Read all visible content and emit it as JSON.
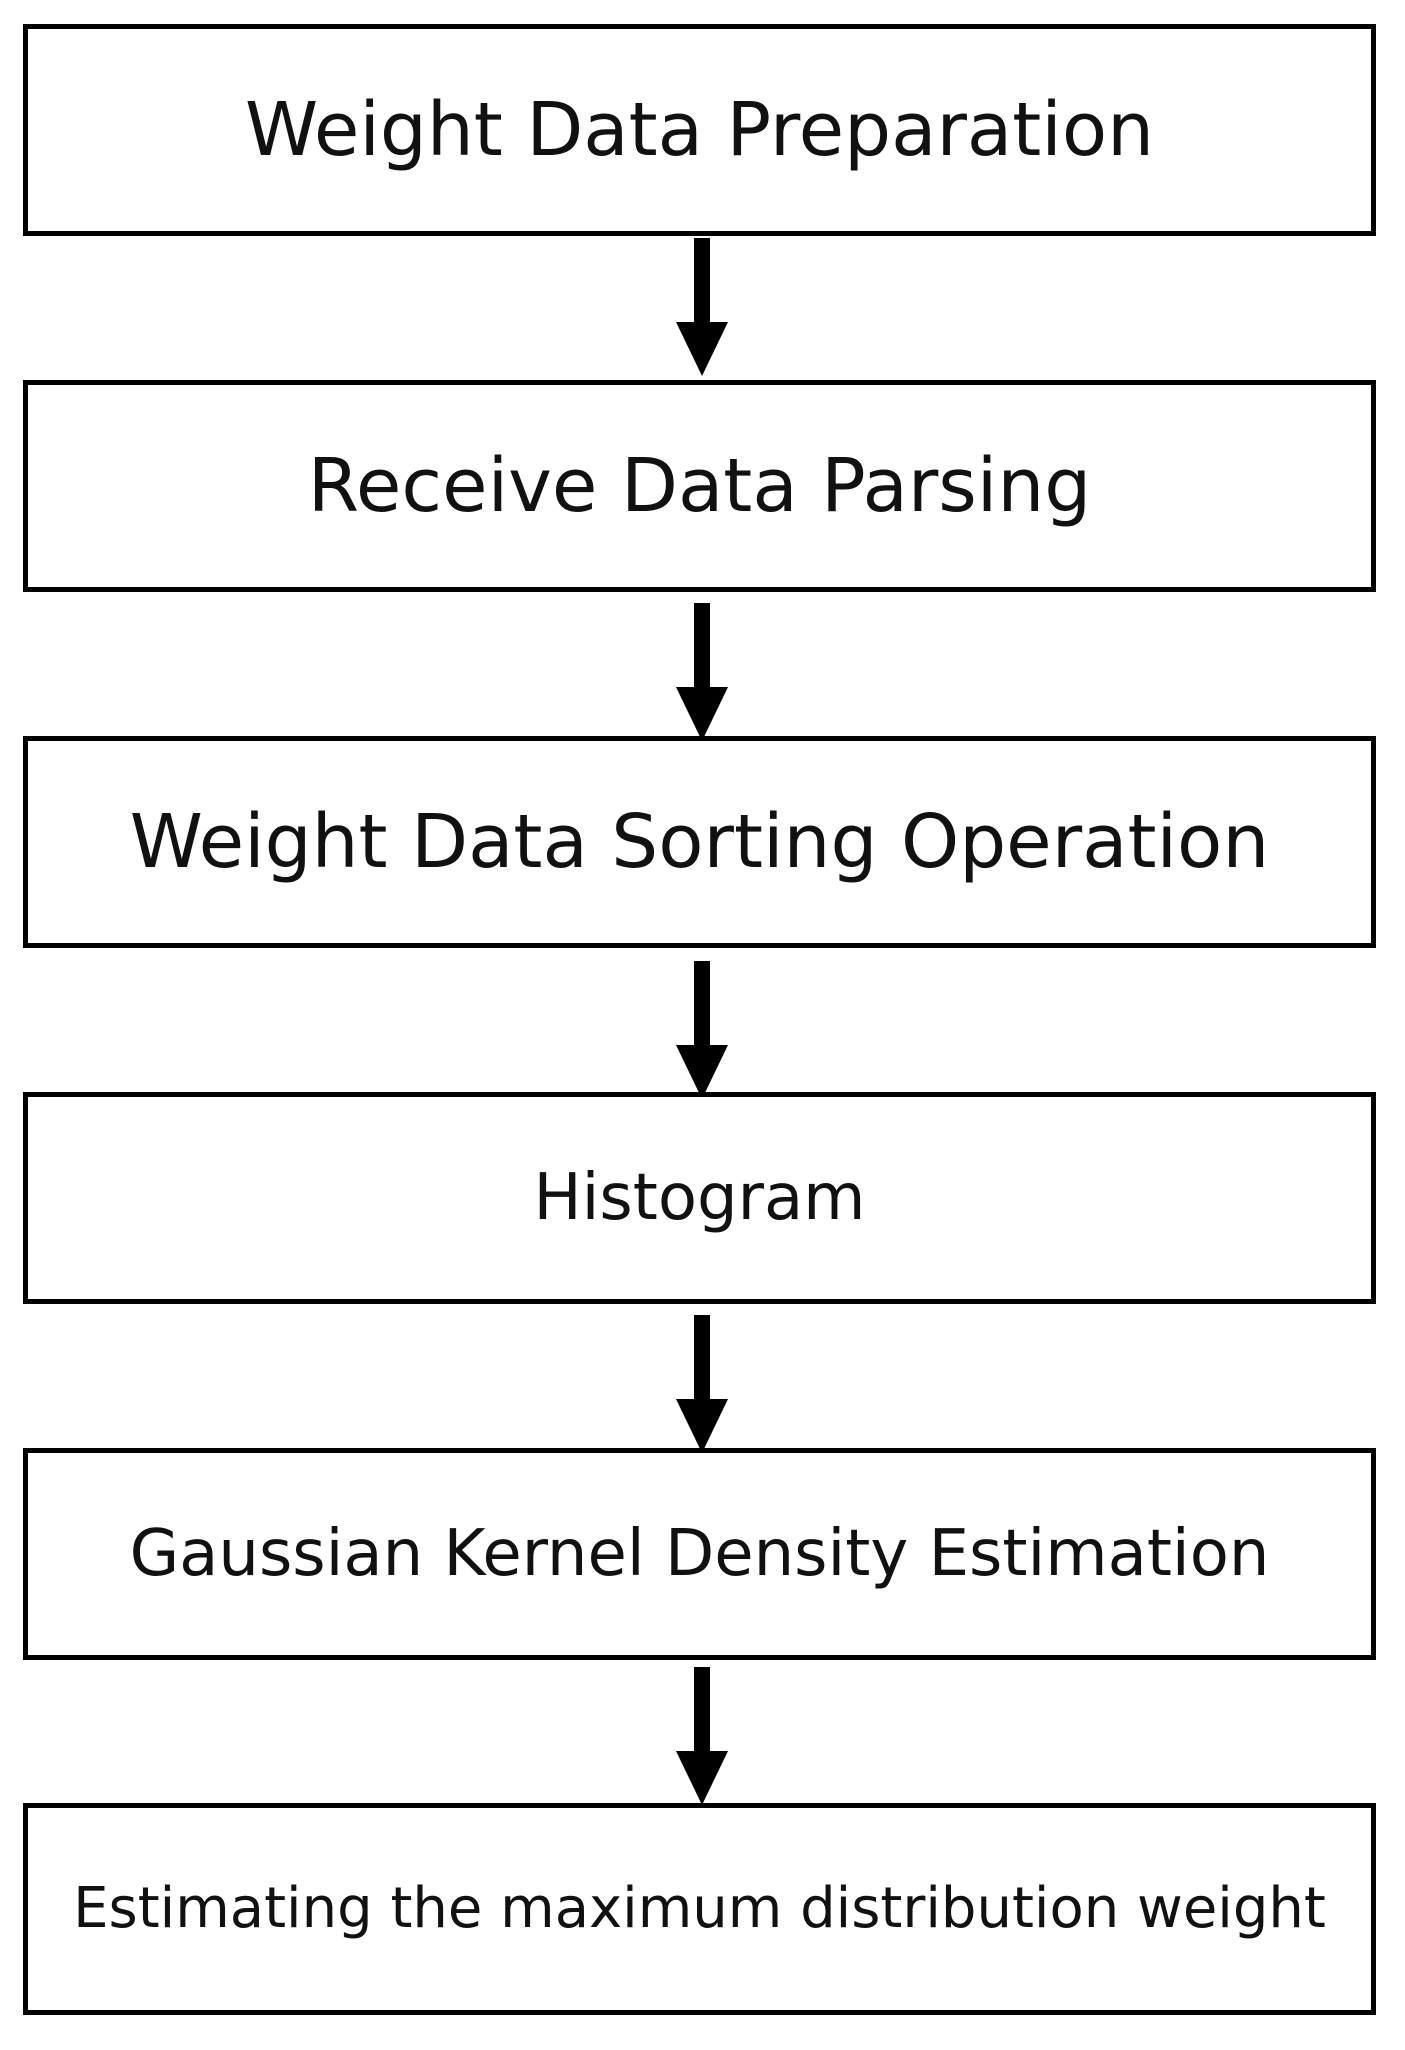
{
  "flowchart": {
    "steps": [
      {
        "label": "Weight Data Preparation"
      },
      {
        "label": "Receive Data Parsing"
      },
      {
        "label": "Weight Data Sorting Operation"
      },
      {
        "label": "Histogram"
      },
      {
        "label": "Gaussian Kernel Density Estimation"
      },
      {
        "label": "Estimating the maximum distribution weight"
      }
    ]
  },
  "colors": {
    "border": "#000000",
    "text": "#111111",
    "background": "#ffffff"
  }
}
